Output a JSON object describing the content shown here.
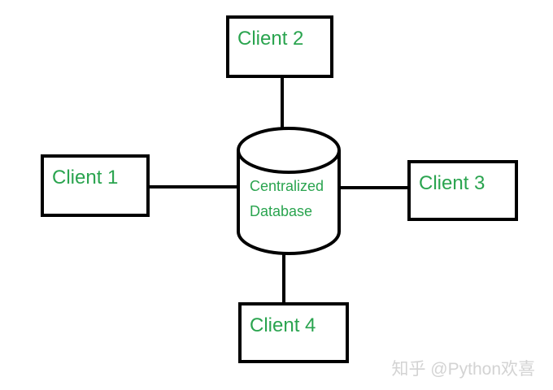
{
  "diagram": {
    "type": "architecture-diagram",
    "background": "#ffffff",
    "colors": {
      "node_text": "#2aa44f",
      "border": "#000000",
      "connector": "#000000",
      "watermark": "#d3d3d3"
    },
    "nodes": {
      "client1": {
        "label": "Client 1",
        "shape": "rectangle"
      },
      "client2": {
        "label": "Client 2",
        "shape": "rectangle"
      },
      "client3": {
        "label": "Client 3",
        "shape": "rectangle"
      },
      "client4": {
        "label": "Client 4",
        "shape": "rectangle"
      },
      "database": {
        "line1": "Centralized",
        "line2": "Database",
        "shape": "cylinder"
      }
    },
    "edges": [
      {
        "from": "client2",
        "to": "database",
        "orientation": "vertical"
      },
      {
        "from": "client1",
        "to": "database",
        "orientation": "horizontal"
      },
      {
        "from": "database",
        "to": "client3",
        "orientation": "horizontal"
      },
      {
        "from": "database",
        "to": "client4",
        "orientation": "vertical"
      }
    ],
    "watermark": {
      "text": "知乎 @Python欢喜"
    }
  }
}
